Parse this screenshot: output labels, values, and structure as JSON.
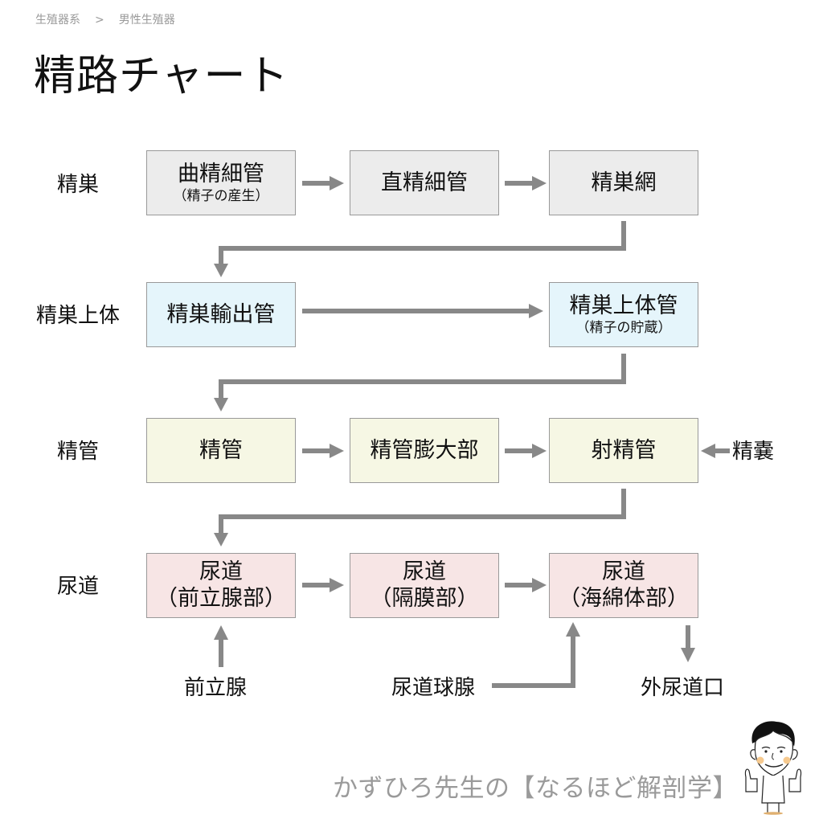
{
  "breadcrumb": {
    "parent": "生殖器系",
    "separator": ">",
    "current": "男性生殖器"
  },
  "title": "精路チャート",
  "rows": [
    {
      "label": "精巣",
      "boxes": [
        {
          "main": "曲精細管",
          "sub": "（精子の産生）"
        },
        {
          "main": "直精細管"
        },
        {
          "main": "精巣網"
        }
      ]
    },
    {
      "label": "精巣上体",
      "boxes": [
        {
          "main": "精巣輸出管"
        },
        {
          "main": "精巣上体管",
          "sub": "（精子の貯蔵）"
        }
      ]
    },
    {
      "label": "精管",
      "boxes": [
        {
          "main": "精管"
        },
        {
          "main": "精管膨大部"
        },
        {
          "main": "射精管"
        }
      ]
    },
    {
      "label": "尿道",
      "boxes": [
        {
          "main": "尿道",
          "sub": "（前立腺部）"
        },
        {
          "main": "尿道",
          "sub": "（隔膜部）"
        },
        {
          "main": "尿道",
          "sub": "（海綿体部）"
        }
      ]
    }
  ],
  "external_inputs": {
    "seminal_vesicle": "精嚢",
    "prostate": "前立腺",
    "bulbourethral_gland": "尿道球腺",
    "external_urethral_orifice": "外尿道口"
  },
  "colors": {
    "testis_row": "#ececec",
    "epididymis_row": "#e5f5fb",
    "vas_deferens_row": "#f6f7e4",
    "urethra_row": "#f7e5e5",
    "arrow": "#888888"
  },
  "footer": {
    "brand": "かずひろ先生の【なるほど解剖学】",
    "mascot_icon": "thumbs-up-doctor-mascot"
  }
}
